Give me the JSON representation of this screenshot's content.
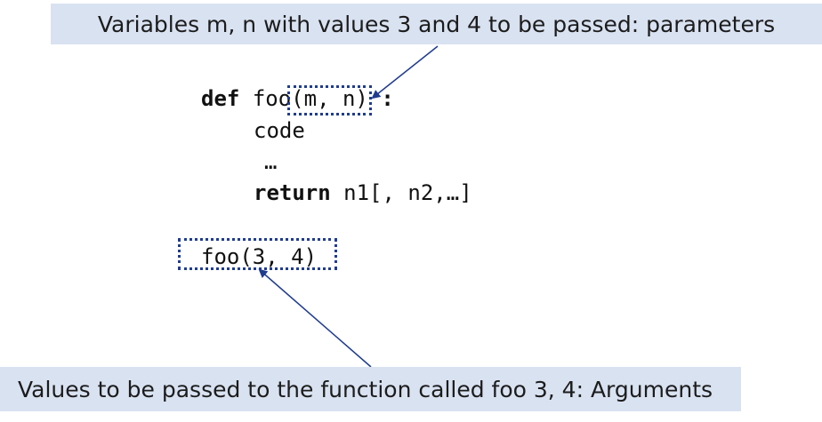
{
  "labels": {
    "parameters": "Variables m, n with values 3 and 4 to be passed: parameters",
    "arguments": "Values to be passed to the function called foo 3, 4: Arguments"
  },
  "code": {
    "def_keyword": "def",
    "def_name": "foo",
    "def_params": "(m, n)",
    "def_colon": " :",
    "body_line": "code",
    "ellipsis": "…",
    "return_keyword": "return",
    "return_values": " n1[, n2,…]",
    "call": "foo(3, 4)"
  },
  "colors": {
    "banner_fill": "#d9e2f1",
    "accent": "#1f3c8f"
  }
}
